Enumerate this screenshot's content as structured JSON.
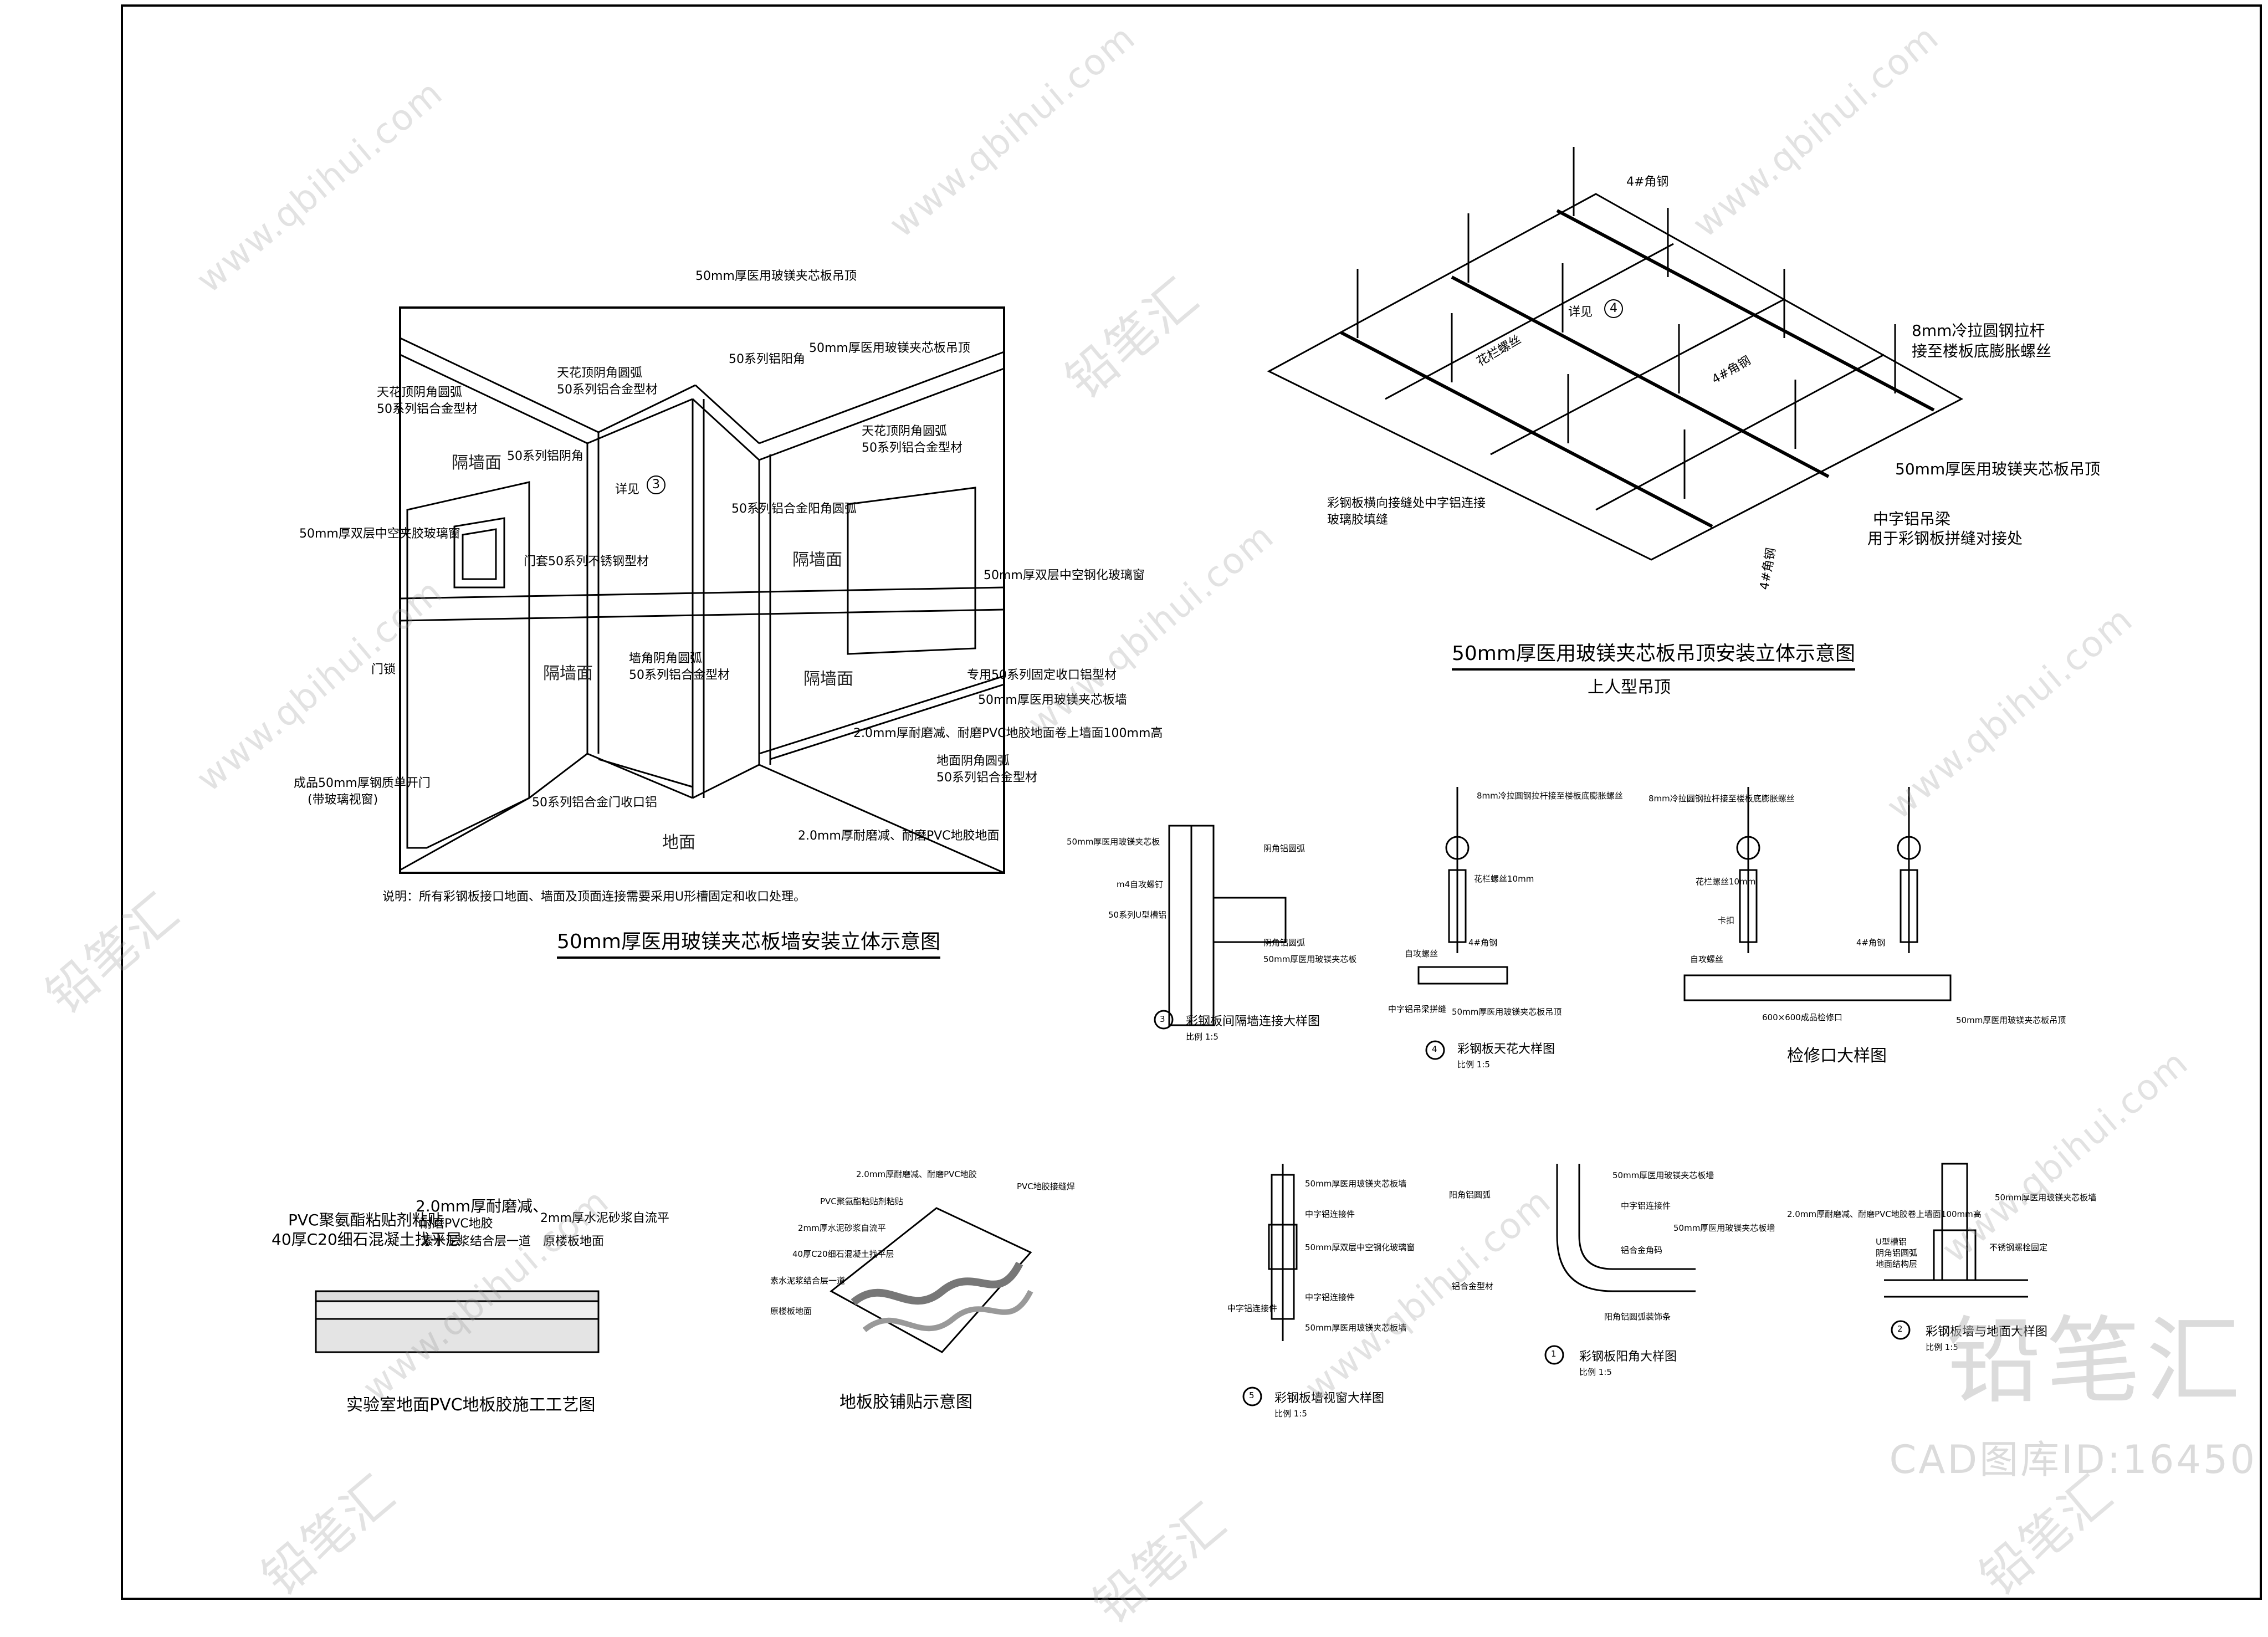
{
  "wall_diagram": {
    "title": "50mm厚医用玻镁夹芯板墙安装立体示意图",
    "labels": {
      "top_panel": "50mm厚医用玻镁夹芯板吊顶",
      "top_panel2": "50mm厚医用玻镁夹芯板吊顶",
      "ceiling_corner_l1": "天花顶阴角圆弧",
      "ceiling_corner_l2": "50系列铝合金型材",
      "sky_corner_a1": "天花顶阴角圆弧",
      "sky_corner_a2": "50系列铝合金型材",
      "yang_corner": "50系列铝阳角",
      "sky_corner_b1": "天花顶阴角圆弧",
      "sky_corner_b2": "50系列铝合金型材",
      "yin_corner": "50系列铝阴角",
      "detail_ref": "详见",
      "detail_num": "3",
      "round_yang": "50系列铝合金阳角圆弧",
      "door_glass": "50mm厚双层中空夹胶玻璃窗",
      "door_frame": "门套50系列不锈钢型材",
      "window_glass": "50mm厚双层中空钢化玻璃窗",
      "wall_corner1": "墙角阴角圆弧",
      "wall_corner2": "50系列铝合金型材",
      "special_cap": "专用50系列固定收口铝型材",
      "panel_wall": "50mm厚医用玻镁夹芯板墙",
      "lock": "门锁",
      "pvc1": "2.0mm厚耐磨减、耐磨PVC地胶地面卷上墙面100mm高",
      "floor_corner1": "地面阴角圆弧",
      "floor_corner2": "50系列铝合金型材",
      "door_desc1": "成品50mm厚钢质单开门",
      "door_desc2": "(带玻璃视窗)",
      "door_cap": "50系列铝合金门收口铝",
      "pvc2": "2.0mm厚耐磨减、耐磨PVC地胶地面",
      "note": "说明：所有彩钢板接口地面、墙面及顶面连接需要采用U形槽固定和收口处理。",
      "room1": "隔墙面",
      "room2": "隔墙面",
      "room3": "隔墙面",
      "room4": "隔墙面",
      "floor": "地面"
    }
  },
  "ceiling_diagram": {
    "title": "50mm厚医用玻镁夹芯板吊顶安装立体示意图",
    "subtitle": "上人型吊顶",
    "labels": {
      "angle_steel_top": "4#角钢",
      "detail_ref": "详见",
      "detail_num": "4",
      "flower_bolt": "花栏螺丝",
      "rod1": "8mm冷拉圆钢拉杆",
      "rod2": "接至楼板底膨胀螺丝",
      "angle_steel_mid": "4#角钢",
      "panel_ceiling": "50mm厚医用玻镁夹芯板吊顶",
      "joint1": "彩钢板横向接缝处中字铝连接",
      "joint2": "玻璃胶填缝",
      "hanger1": "中字铝吊梁",
      "hanger2": "用于彩钢板拼缝对接处",
      "angle_steel_bottom": "4#角钢"
    }
  },
  "detail3": {
    "title": "彩钢板间隔墙连接大样图",
    "scale": "比例 1:5",
    "num": "3",
    "labels": {
      "a": "50mm厚医用玻镁夹芯板",
      "b": "阴角铝圆弧",
      "c": "m4自攻螺钉",
      "d": "50系列U型槽铝",
      "e": "阴角铝圆弧",
      "f": "50mm厚医用玻镁夹芯板"
    }
  },
  "detail4": {
    "title": "彩钢板天花大样图",
    "scale": "比例 1:5",
    "num": "4",
    "labels": {
      "rod": "8mm冷拉圆钢拉杆接至楼板底膨胀螺丝",
      "bolt": "花栏螺丝10mm",
      "self_tap": "自攻螺丝",
      "angle": "4#角钢",
      "hanger": "中字铝吊梁拼缝",
      "panel": "50mm厚医用玻镁夹芯板吊顶"
    }
  },
  "access_detail": {
    "title": "检修口大样图",
    "labels": {
      "rod": "8mm冷拉圆钢拉杆接至楼板底膨胀螺丝",
      "bolt": "花栏螺丝10mm",
      "clip": "卡扣",
      "angle": "4#角钢",
      "self_tap": "自攻螺丝",
      "hole": "600×600成品检修口",
      "panel": "50mm厚医用玻镁夹芯板吊顶"
    }
  },
  "pvc_process": {
    "title": "实验室地面PVC地板胶施工工艺图",
    "labels": {
      "l1": "PVC聚氨酯粘贴剂粘贴",
      "l2": "40厚C20细石混凝土找平层",
      "m1": "2.0mm厚耐磨减、",
      "m2": "耐磨PVC地胶",
      "m3": "素水泥浆结合层一道",
      "r1": "2mm厚水泥砂浆自流平",
      "r2": "原楼板地面"
    }
  },
  "floor_glue": {
    "title": "地板胶铺贴示意图",
    "labels": {
      "a": "2.0mm厚耐磨减、耐磨PVC地胶",
      "b": "PVC地胶接缝焊",
      "c": "PVC聚氨酯粘贴剂粘贴",
      "d": "2mm厚水泥砂浆自流平",
      "e": "40厚C20细石混凝土找平层",
      "f": "素水泥浆结合层一道",
      "g": "原楼板地面"
    }
  },
  "detail5": {
    "title": "彩钢板墙视窗大样图",
    "scale": "比例 1:5",
    "num": "5",
    "labels": {
      "a": "50mm厚医用玻镁夹芯板墙",
      "b": "中字铝连接件",
      "c": "50mm厚双层中空钢化玻璃窗",
      "d": "中字铝连接件",
      "e": "50mm厚医用玻镁夹芯板墙",
      "f": "中字铝连接件"
    }
  },
  "detail1": {
    "title": "彩钢板阳角大样图",
    "scale": "比例 1:5",
    "num": "1",
    "labels": {
      "a": "50mm厚医用玻镁夹芯板墙",
      "b": "阳角铝圆弧",
      "c": "中字铝连接件",
      "d": "50mm厚医用玻镁夹芯板墙",
      "e": "铝合金角码",
      "f": "铝合金型材",
      "g": "阳角铝圆弧装饰条"
    }
  },
  "detail2": {
    "title": "彩钢板墙与地面大样图",
    "scale": "比例 1:5",
    "num": "2",
    "labels": {
      "a": "50mm厚医用玻镁夹芯板墙",
      "b": "2.0mm厚耐磨减、耐磨PVC地胶卷上墙面100mm高",
      "c": "U型槽铝",
      "d": "不锈钢螺栓固定",
      "e": "地面结构层",
      "f": "阴角铝圆弧"
    }
  },
  "watermarks": {
    "site": "www.qbihui.com",
    "brand": "铅笔汇",
    "logo": "铅笔汇",
    "cad_id": "CAD图库ID:16450"
  }
}
